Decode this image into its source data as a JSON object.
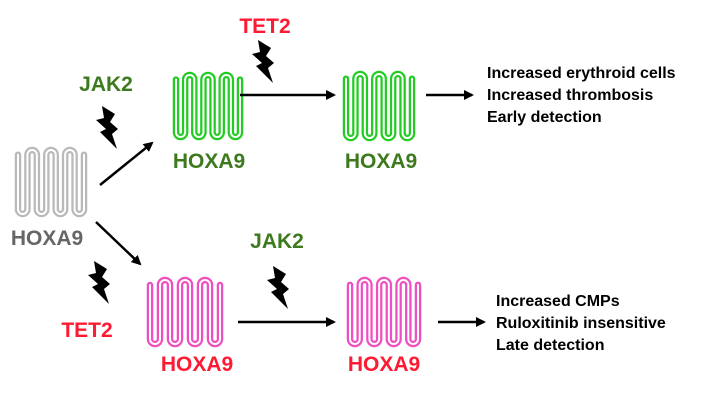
{
  "colors": {
    "green": "#22cc22",
    "green_text": "#3d7a1e",
    "pink": "#ee4fc1",
    "red": "#ff1a33",
    "gray": "#b9b9b9",
    "gray_text": "#666666",
    "black": "#000000"
  },
  "gene": "HOXA9",
  "mutations": {
    "jak2": "JAK2",
    "tet2": "TET2"
  },
  "top_branch": {
    "mutation_1": "JAK2",
    "mutation_2": "TET2",
    "outcomes": [
      "Increased erythroid cells",
      "Increased thrombosis",
      "Early detection"
    ]
  },
  "bottom_branch": {
    "mutation_1": "TET2",
    "mutation_2": "JAK2",
    "outcomes": [
      "Increased CMPs",
      "Ruloxitinib insensitive",
      "Late detection"
    ]
  },
  "icons": [
    "lightning-bolt-icon"
  ]
}
